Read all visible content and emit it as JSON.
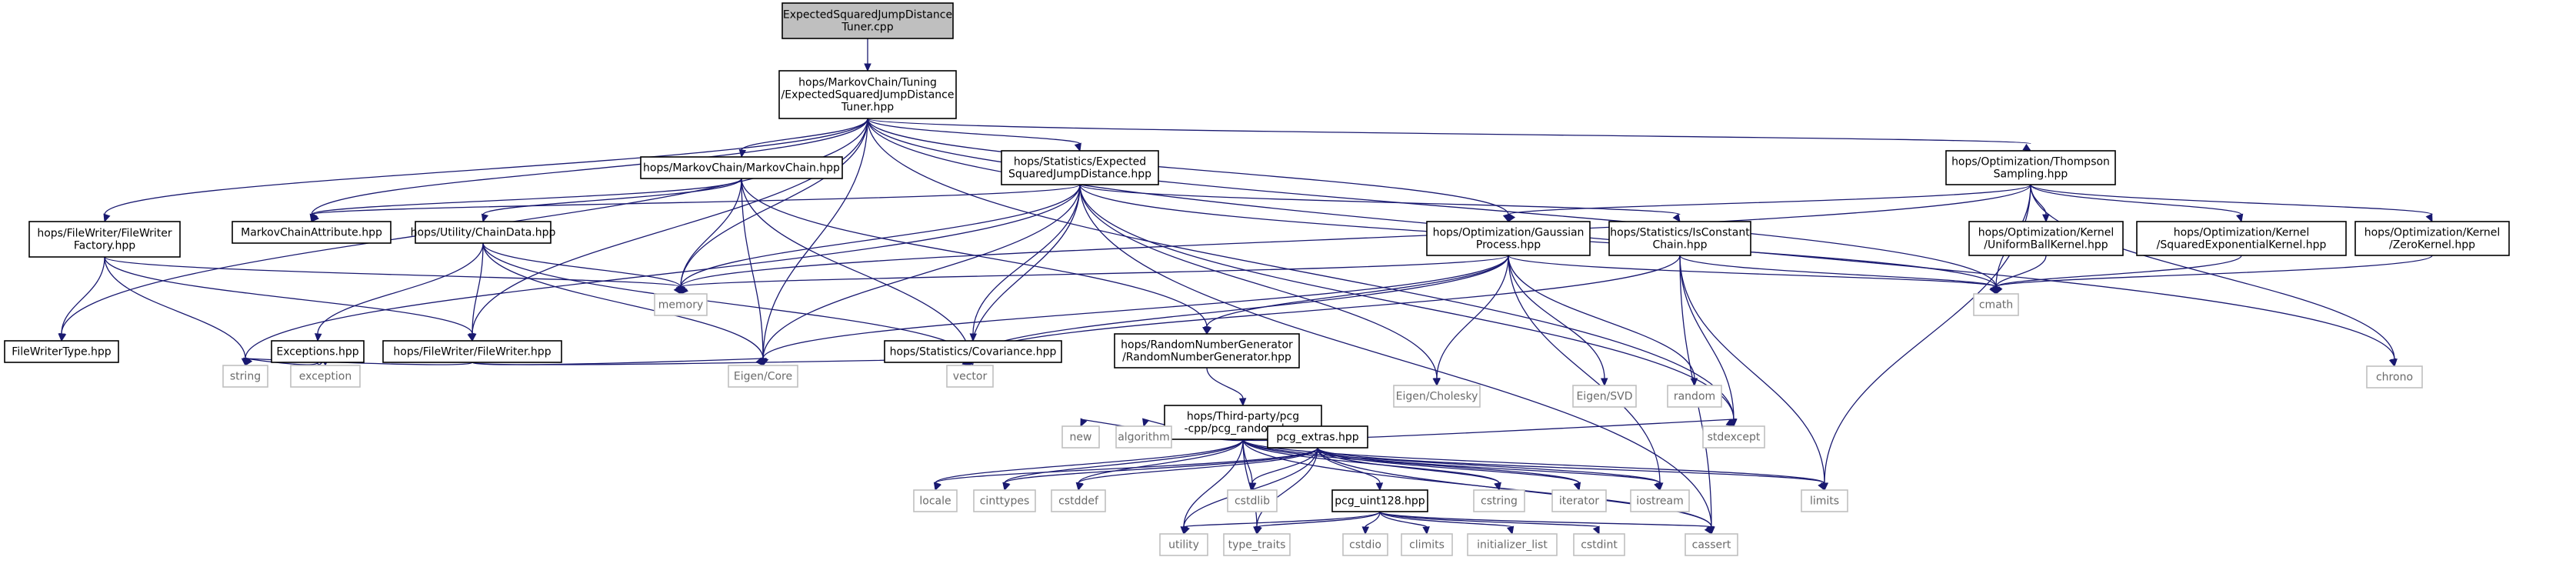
{
  "graph": {
    "nodes": [
      {
        "id": "root",
        "kind": "root",
        "lines": [
          "ExpectedSquaredJumpDistance",
          "Tuner.cpp"
        ]
      },
      {
        "id": "tuner_hpp",
        "kind": "local",
        "lines": [
          "hops/MarkovChain/Tuning",
          "/ExpectedSquaredJumpDistance",
          "Tuner.hpp"
        ]
      },
      {
        "id": "fw_factory",
        "kind": "local",
        "lines": [
          "hops/FileWriter/FileWriter",
          "Factory.hpp"
        ]
      },
      {
        "id": "markovchain_hpp",
        "kind": "local",
        "lines": [
          "hops/MarkovChain/MarkovChain.hpp"
        ]
      },
      {
        "id": "esjd_hpp",
        "kind": "local",
        "lines": [
          "hops/Statistics/Expected",
          "SquaredJumpDistance.hpp"
        ]
      },
      {
        "id": "thompson",
        "kind": "local",
        "lines": [
          "hops/Optimization/Thompson",
          "Sampling.hpp"
        ]
      },
      {
        "id": "chrono",
        "kind": "system",
        "lines": [
          "chrono"
        ]
      },
      {
        "id": "fw_type",
        "kind": "local",
        "lines": [
          "FileWriterType.hpp"
        ]
      },
      {
        "id": "mc_attr",
        "kind": "local",
        "lines": [
          "MarkovChainAttribute.hpp"
        ]
      },
      {
        "id": "chaindata",
        "kind": "local",
        "lines": [
          "hops/Utility/ChainData.hpp"
        ]
      },
      {
        "id": "gaussproc",
        "kind": "local",
        "lines": [
          "hops/Optimization/Gaussian",
          "Process.hpp"
        ]
      },
      {
        "id": "isconst",
        "kind": "local",
        "lines": [
          "hops/Statistics/IsConstant",
          "Chain.hpp"
        ]
      },
      {
        "id": "uniformball",
        "kind": "local",
        "lines": [
          "hops/Optimization/Kernel",
          "/UniformBallKernel.hpp"
        ]
      },
      {
        "id": "sqexp",
        "kind": "local",
        "lines": [
          "hops/Optimization/Kernel",
          "/SquaredExponentialKernel.hpp"
        ]
      },
      {
        "id": "zerokernel",
        "kind": "local",
        "lines": [
          "hops/Optimization/Kernel",
          "/ZeroKernel.hpp"
        ]
      },
      {
        "id": "exceptions",
        "kind": "local",
        "lines": [
          "Exceptions.hpp"
        ]
      },
      {
        "id": "filewriter",
        "kind": "local",
        "lines": [
          "hops/FileWriter/FileWriter.hpp"
        ]
      },
      {
        "id": "memory",
        "kind": "system",
        "lines": [
          "memory"
        ]
      },
      {
        "id": "covariance",
        "kind": "local",
        "lines": [
          "hops/Statistics/Covariance.hpp"
        ]
      },
      {
        "id": "rng",
        "kind": "local",
        "lines": [
          "hops/RandomNumberGenerator",
          "/RandomNumberGenerator.hpp"
        ]
      },
      {
        "id": "eigen_chol",
        "kind": "system",
        "lines": [
          "Eigen/Cholesky"
        ]
      },
      {
        "id": "eigen_svd",
        "kind": "system",
        "lines": [
          "Eigen/SVD"
        ]
      },
      {
        "id": "random",
        "kind": "system",
        "lines": [
          "random"
        ]
      },
      {
        "id": "cmath",
        "kind": "system",
        "lines": [
          "cmath"
        ]
      },
      {
        "id": "string",
        "kind": "system",
        "lines": [
          "string"
        ]
      },
      {
        "id": "exception",
        "kind": "system",
        "lines": [
          "exception"
        ]
      },
      {
        "id": "eigen_core",
        "kind": "system",
        "lines": [
          "Eigen/Core"
        ]
      },
      {
        "id": "vector",
        "kind": "system",
        "lines": [
          "vector"
        ]
      },
      {
        "id": "pcg_random",
        "kind": "local",
        "lines": [
          "hops/Third-party/pcg",
          "-cpp/pcg_random.hpp"
        ]
      },
      {
        "id": "new",
        "kind": "system",
        "lines": [
          "new"
        ]
      },
      {
        "id": "algorithm",
        "kind": "system",
        "lines": [
          "algorithm"
        ]
      },
      {
        "id": "pcg_extras",
        "kind": "local",
        "lines": [
          "pcg_extras.hpp"
        ]
      },
      {
        "id": "stdexcept",
        "kind": "system",
        "lines": [
          "stdexcept"
        ]
      },
      {
        "id": "locale",
        "kind": "system",
        "lines": [
          "locale"
        ]
      },
      {
        "id": "cinttypes",
        "kind": "system",
        "lines": [
          "cinttypes"
        ]
      },
      {
        "id": "cstddef",
        "kind": "system",
        "lines": [
          "cstddef"
        ]
      },
      {
        "id": "cstdlib",
        "kind": "system",
        "lines": [
          "cstdlib"
        ]
      },
      {
        "id": "cstring",
        "kind": "system",
        "lines": [
          "cstring"
        ]
      },
      {
        "id": "iterator",
        "kind": "system",
        "lines": [
          "iterator"
        ]
      },
      {
        "id": "iostream",
        "kind": "system",
        "lines": [
          "iostream"
        ]
      },
      {
        "id": "limits",
        "kind": "system",
        "lines": [
          "limits"
        ]
      },
      {
        "id": "pcg_uint128",
        "kind": "local",
        "lines": [
          "pcg_uint128.hpp"
        ]
      },
      {
        "id": "utility",
        "kind": "system",
        "lines": [
          "utility"
        ]
      },
      {
        "id": "type_traits",
        "kind": "system",
        "lines": [
          "type_traits"
        ]
      },
      {
        "id": "cstdio",
        "kind": "system",
        "lines": [
          "cstdio"
        ]
      },
      {
        "id": "climits",
        "kind": "system",
        "lines": [
          "climits"
        ]
      },
      {
        "id": "initializer_list",
        "kind": "system",
        "lines": [
          "initializer_list"
        ]
      },
      {
        "id": "cstdint",
        "kind": "system",
        "lines": [
          "cstdint"
        ]
      },
      {
        "id": "cassert",
        "kind": "system",
        "lines": [
          "cassert"
        ]
      }
    ],
    "edges": [
      [
        "root",
        "tuner_hpp"
      ],
      [
        "tuner_hpp",
        "fw_factory"
      ],
      [
        "tuner_hpp",
        "markovchain_hpp"
      ],
      [
        "tuner_hpp",
        "esjd_hpp"
      ],
      [
        "tuner_hpp",
        "thompson"
      ],
      [
        "tuner_hpp",
        "chrono"
      ],
      [
        "tuner_hpp",
        "fw_type"
      ],
      [
        "tuner_hpp",
        "mc_attr"
      ],
      [
        "tuner_hpp",
        "memory"
      ],
      [
        "tuner_hpp",
        "eigen_core"
      ],
      [
        "tuner_hpp",
        "gaussproc"
      ],
      [
        "tuner_hpp",
        "cmath"
      ],
      [
        "tuner_hpp",
        "stdexcept"
      ],
      [
        "tuner_hpp",
        "filewriter"
      ],
      [
        "fw_factory",
        "fw_type"
      ],
      [
        "fw_factory",
        "filewriter"
      ],
      [
        "fw_factory",
        "string"
      ],
      [
        "fw_factory",
        "memory"
      ],
      [
        "markovchain_hpp",
        "mc_attr"
      ],
      [
        "markovchain_hpp",
        "chaindata"
      ],
      [
        "markovchain_hpp",
        "memory"
      ],
      [
        "markovchain_hpp",
        "eigen_core"
      ],
      [
        "markovchain_hpp",
        "vector"
      ],
      [
        "markovchain_hpp",
        "rng"
      ],
      [
        "esjd_hpp",
        "mc_attr"
      ],
      [
        "esjd_hpp",
        "memory"
      ],
      [
        "esjd_hpp",
        "covariance"
      ],
      [
        "esjd_hpp",
        "isconst"
      ],
      [
        "esjd_hpp",
        "eigen_core"
      ],
      [
        "esjd_hpp",
        "vector"
      ],
      [
        "esjd_hpp",
        "eigen_chol"
      ],
      [
        "esjd_hpp",
        "string"
      ],
      [
        "esjd_hpp",
        "cmath"
      ],
      [
        "esjd_hpp",
        "stdexcept"
      ],
      [
        "esjd_hpp",
        "cassert"
      ],
      [
        "thompson",
        "gaussproc"
      ],
      [
        "thompson",
        "uniformball"
      ],
      [
        "thompson",
        "sqexp"
      ],
      [
        "thompson",
        "zerokernel"
      ],
      [
        "thompson",
        "memory"
      ],
      [
        "thompson",
        "cmath"
      ],
      [
        "thompson",
        "chrono"
      ],
      [
        "thompson",
        "limits"
      ],
      [
        "chaindata",
        "exceptions"
      ],
      [
        "chaindata",
        "filewriter"
      ],
      [
        "chaindata",
        "memory"
      ],
      [
        "chaindata",
        "eigen_core"
      ],
      [
        "chaindata",
        "vector"
      ],
      [
        "gaussproc",
        "memory"
      ],
      [
        "gaussproc",
        "rng"
      ],
      [
        "gaussproc",
        "eigen_chol"
      ],
      [
        "gaussproc",
        "eigen_svd"
      ],
      [
        "gaussproc",
        "random"
      ],
      [
        "gaussproc",
        "cmath"
      ],
      [
        "gaussproc",
        "eigen_core"
      ],
      [
        "gaussproc",
        "vector"
      ],
      [
        "gaussproc",
        "iostream"
      ],
      [
        "isconst",
        "cmath"
      ],
      [
        "isconst",
        "vector"
      ],
      [
        "isconst",
        "stdexcept"
      ],
      [
        "isconst",
        "limits"
      ],
      [
        "isconst",
        "cassert"
      ],
      [
        "uniformball",
        "cmath"
      ],
      [
        "sqexp",
        "cmath"
      ],
      [
        "zerokernel",
        "cmath"
      ],
      [
        "exceptions",
        "string"
      ],
      [
        "exceptions",
        "exception"
      ],
      [
        "filewriter",
        "string"
      ],
      [
        "filewriter",
        "eigen_core"
      ],
      [
        "filewriter",
        "vector"
      ],
      [
        "covariance",
        "vector"
      ],
      [
        "rng",
        "pcg_random"
      ],
      [
        "pcg_random",
        "new"
      ],
      [
        "pcg_random",
        "algorithm"
      ],
      [
        "pcg_random",
        "pcg_extras"
      ],
      [
        "pcg_random",
        "stdexcept"
      ],
      [
        "pcg_random",
        "locale"
      ],
      [
        "pcg_random",
        "cinttypes"
      ],
      [
        "pcg_random",
        "cstddef"
      ],
      [
        "pcg_random",
        "cstdlib"
      ],
      [
        "pcg_random",
        "cstring"
      ],
      [
        "pcg_random",
        "iterator"
      ],
      [
        "pcg_random",
        "iostream"
      ],
      [
        "pcg_random",
        "limits"
      ],
      [
        "pcg_random",
        "utility"
      ],
      [
        "pcg_random",
        "type_traits"
      ],
      [
        "pcg_random",
        "cassert"
      ],
      [
        "pcg_extras",
        "locale"
      ],
      [
        "pcg_extras",
        "cinttypes"
      ],
      [
        "pcg_extras",
        "cstddef"
      ],
      [
        "pcg_extras",
        "cstdlib"
      ],
      [
        "pcg_extras",
        "cstring"
      ],
      [
        "pcg_extras",
        "iterator"
      ],
      [
        "pcg_extras",
        "iostream"
      ],
      [
        "pcg_extras",
        "limits"
      ],
      [
        "pcg_extras",
        "utility"
      ],
      [
        "pcg_extras",
        "type_traits"
      ],
      [
        "pcg_extras",
        "cassert"
      ],
      [
        "pcg_extras",
        "pcg_uint128"
      ],
      [
        "pcg_uint128",
        "utility"
      ],
      [
        "pcg_uint128",
        "type_traits"
      ],
      [
        "pcg_uint128",
        "cstdio"
      ],
      [
        "pcg_uint128",
        "climits"
      ],
      [
        "pcg_uint128",
        "initializer_list"
      ],
      [
        "pcg_uint128",
        "cstdint"
      ],
      [
        "pcg_uint128",
        "cassert"
      ]
    ]
  }
}
